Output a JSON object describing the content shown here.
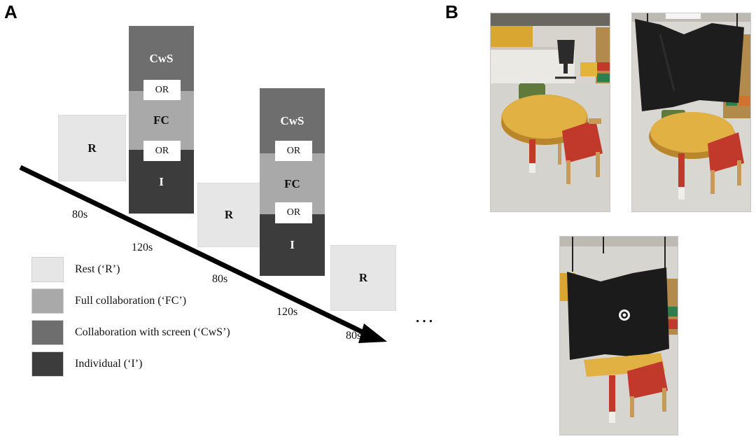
{
  "panels": {
    "a": "A",
    "b": "B"
  },
  "blocks": {
    "rest": "R",
    "full_collaboration": "FC",
    "collaboration_with_screen": "CwS",
    "individual": "I",
    "or": "OR"
  },
  "durations": {
    "rest_1": "80s",
    "task_1": "120s",
    "rest_2": "80s",
    "task_2": "120s",
    "rest_3": "80s"
  },
  "ellipsis": "…",
  "legend": [
    {
      "label": "Rest (‘R’)",
      "color": "#e6e6e6"
    },
    {
      "label": "Full collaboration (‘FC’)",
      "color": "#a9a9a9"
    },
    {
      "label": "Collaboration with screen (‘CwS’)",
      "color": "#6e6e6e"
    },
    {
      "label": "Individual (‘I’)",
      "color": "#3c3c3c"
    }
  ],
  "photos": {
    "top_left": "room-table-chairs-no-screen",
    "top_right": "room-table-with-screen-raised",
    "bottom": "room-table-with-screen-lowered-target"
  }
}
